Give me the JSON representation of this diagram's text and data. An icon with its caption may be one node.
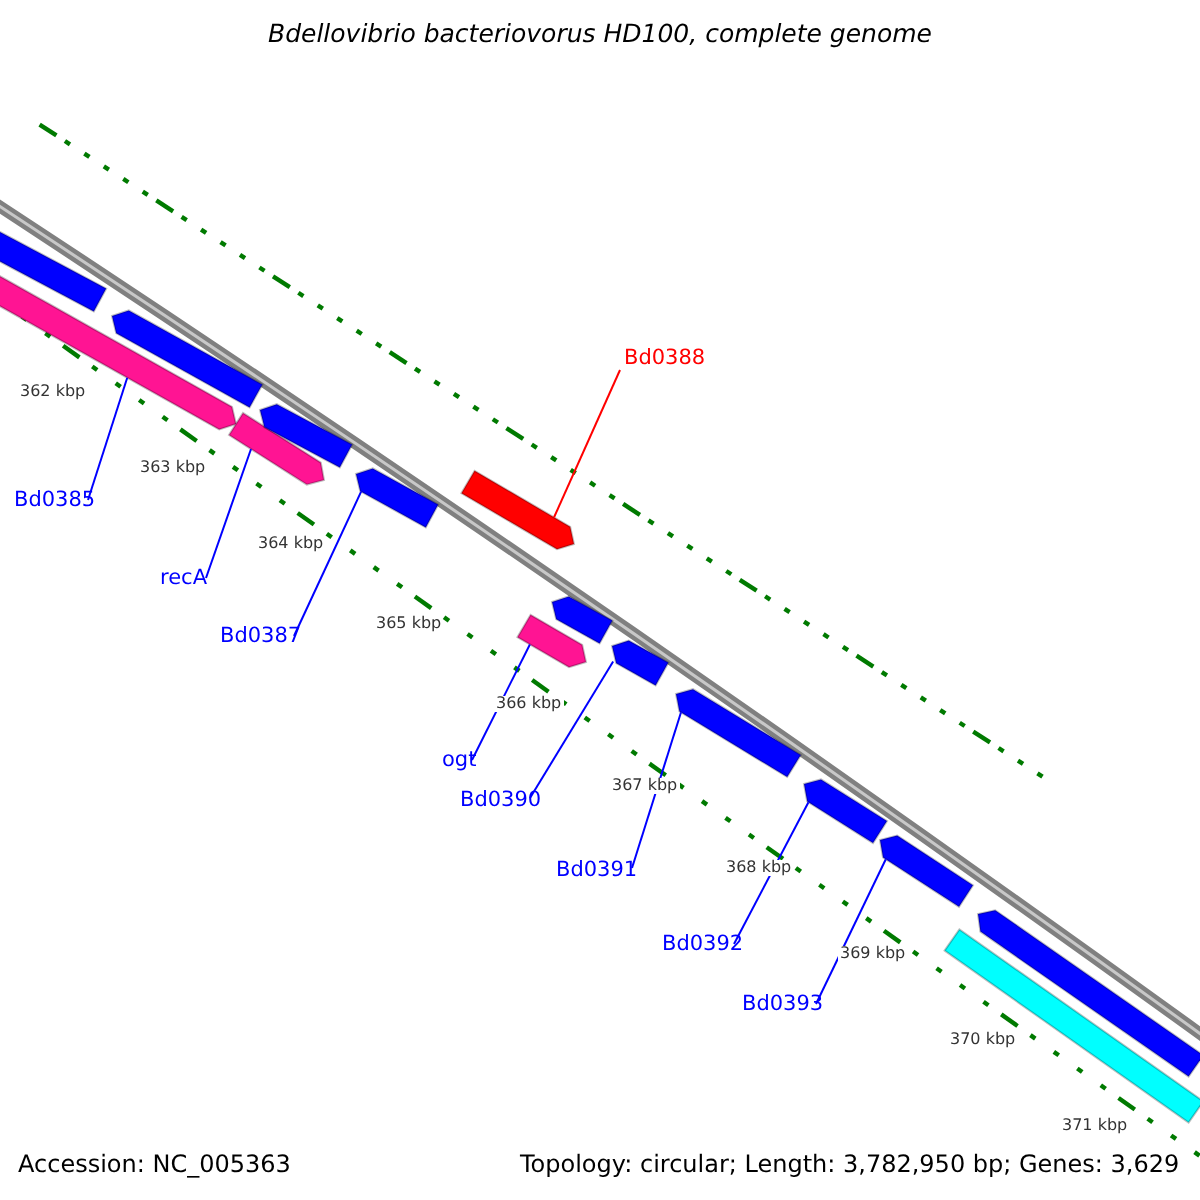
{
  "diagram": {
    "title": "Bdellovibrio bacteriovorus HD100, complete genome",
    "nodes": [
      {
        "text": [
          "Bd0388"
        ]
      },
      {
        "text": [
          "Bd0385"
        ]
      },
      {
        "text": [
          "recA"
        ]
      },
      {
        "text": [
          "Bd0387"
        ]
      },
      {
        "text": [
          "ogt"
        ]
      },
      {
        "text": [
          "Bd0390"
        ]
      },
      {
        "text": [
          "Bd0391"
        ]
      },
      {
        "text": [
          "Bd0392"
        ]
      },
      {
        "text": [
          "Bd0393"
        ]
      },
      {
        "text": [],
        "shape": "bar"
      },
      {
        "text": [],
        "shape": "bar"
      },
      {
        "text": [],
        "shape": "bar"
      },
      {
        "text": [],
        "shape": "bar"
      },
      {
        "text": [],
        "shape": "bar"
      },
      {
        "text": [],
        "shape": "bar"
      },
      {
        "text": [],
        "shape": "bar"
      },
      {
        "text": [],
        "shape": "bar"
      },
      {
        "text": [],
        "shape": "bar"
      },
      {
        "text": [],
        "shape": "bar"
      },
      {
        "text": [],
        "shape": "bar"
      },
      {
        "text": [],
        "shape": "bar"
      },
      {
        "text": [],
        "shape": "bar"
      },
      {
        "text": [],
        "shape": "bar"
      },
      {
        "text": [],
        "shape": "bar"
      }
    ],
    "edges": [
      {
        "from": 0,
        "to": 15,
        "arrow": "none",
        "color": "#ff0000"
      },
      {
        "from": 1,
        "to": 10,
        "arrow": "none"
      },
      {
        "from": 2,
        "to": 12,
        "arrow": "none"
      },
      {
        "from": 3,
        "to": 14,
        "arrow": "none"
      },
      {
        "from": 4,
        "to": 16,
        "arrow": "none"
      },
      {
        "from": 5,
        "to": 18,
        "arrow": "none"
      },
      {
        "from": 6,
        "to": 19,
        "arrow": "none"
      },
      {
        "from": 7,
        "to": 20,
        "arrow": "none"
      },
      {
        "from": 8,
        "to": 21,
        "arrow": "none"
      }
    ],
    "labels": [
      "362 kbp",
      "363 kbp",
      "364 kbp",
      "365 kbp",
      "366 kbp",
      "367 kbp",
      "368 kbp",
      "369 kbp",
      "370 kbp",
      "371 kbp",
      "Accession: NC_005363",
      "Topology: circular; Length: 3,782,950 bp; Genes: 3,629"
    ]
  }
}
